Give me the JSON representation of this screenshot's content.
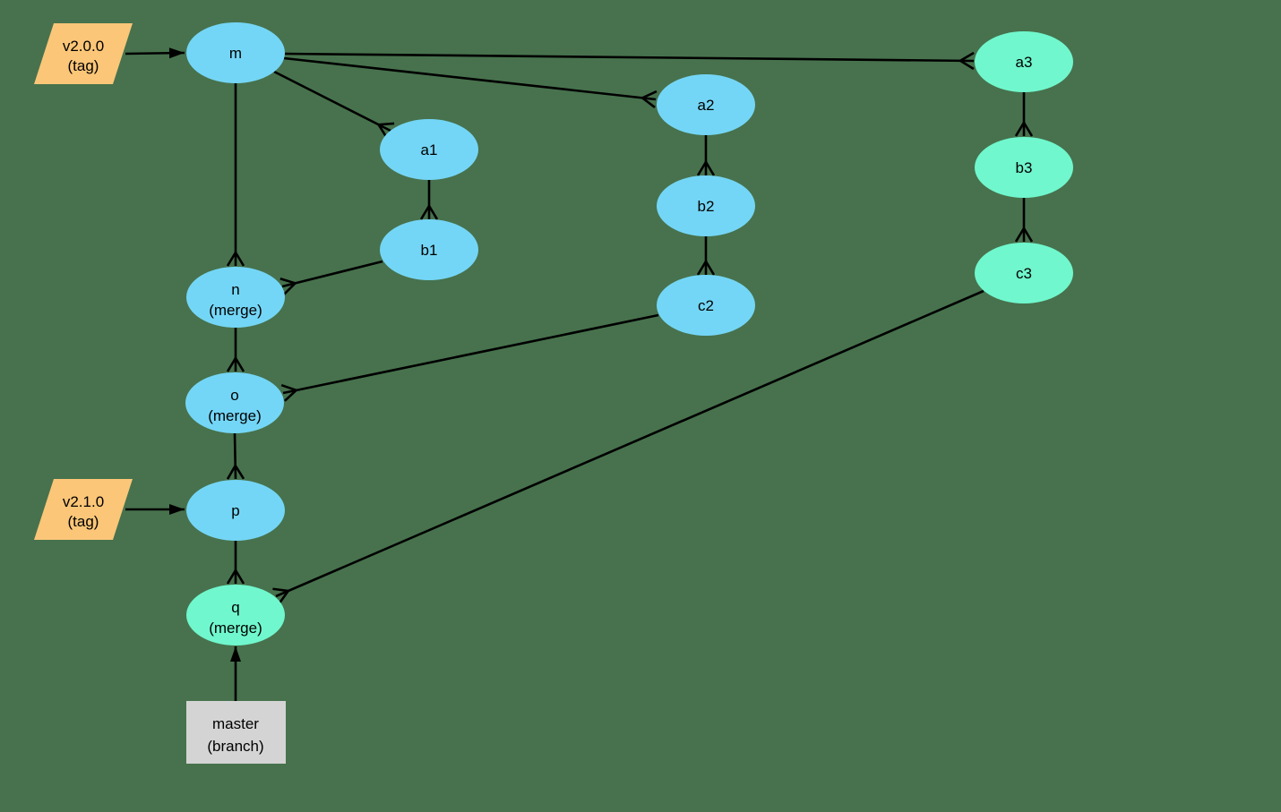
{
  "colors": {
    "background": "#47724d",
    "commit_blue": "#74d6f6",
    "commit_green": "#70f7cd",
    "tag_orange": "#fbc678",
    "branch_gray": "#d4d4d4",
    "edge_black": "#000000"
  },
  "nodes": {
    "m": {
      "label": "m"
    },
    "a1": {
      "label": "a1"
    },
    "b1": {
      "label": "b1"
    },
    "n": {
      "label": "n",
      "sublabel": "(merge)"
    },
    "o": {
      "label": "o",
      "sublabel": "(merge)"
    },
    "p": {
      "label": "p"
    },
    "q": {
      "label": "q",
      "sublabel": "(merge)"
    },
    "a2": {
      "label": "a2"
    },
    "b2": {
      "label": "b2"
    },
    "c2": {
      "label": "c2"
    },
    "a3": {
      "label": "a3"
    },
    "b3": {
      "label": "b3"
    },
    "c3": {
      "label": "c3"
    }
  },
  "tags": {
    "v200": {
      "label": "v2.0.0",
      "sublabel": "(tag)",
      "points_to": "m"
    },
    "v210": {
      "label": "v2.1.0",
      "sublabel": "(tag)",
      "points_to": "p"
    }
  },
  "branches": {
    "master": {
      "label": "master",
      "sublabel": "(branch)",
      "points_to": "q"
    }
  },
  "edges": [
    {
      "source": "m",
      "target": "a1",
      "arrow": "crow-at-target"
    },
    {
      "source": "a1",
      "target": "b1",
      "arrow": "crow-at-target"
    },
    {
      "source": "m",
      "target": "n",
      "arrow": "crow-at-target"
    },
    {
      "source": "b1",
      "target": "n",
      "arrow": "crow-at-target"
    },
    {
      "source": "m",
      "target": "a2",
      "arrow": "crow-at-target"
    },
    {
      "source": "a2",
      "target": "b2",
      "arrow": "crow-at-target"
    },
    {
      "source": "b2",
      "target": "c2",
      "arrow": "crow-at-target"
    },
    {
      "source": "m",
      "target": "a3",
      "arrow": "crow-at-target"
    },
    {
      "source": "a3",
      "target": "b3",
      "arrow": "crow-at-target"
    },
    {
      "source": "b3",
      "target": "c3",
      "arrow": "crow-at-target"
    },
    {
      "source": "n",
      "target": "o",
      "arrow": "crow-at-target"
    },
    {
      "source": "c2",
      "target": "o",
      "arrow": "crow-at-target"
    },
    {
      "source": "o",
      "target": "p",
      "arrow": "crow-at-target"
    },
    {
      "source": "p",
      "target": "q",
      "arrow": "crow-at-target"
    },
    {
      "source": "c3",
      "target": "q",
      "arrow": "crow-at-target"
    },
    {
      "source": "v2.0.0-tag",
      "target": "m",
      "arrow": "filled"
    },
    {
      "source": "v2.1.0-tag",
      "target": "p",
      "arrow": "filled"
    },
    {
      "source": "master-branch",
      "target": "q",
      "arrow": "filled"
    }
  ]
}
